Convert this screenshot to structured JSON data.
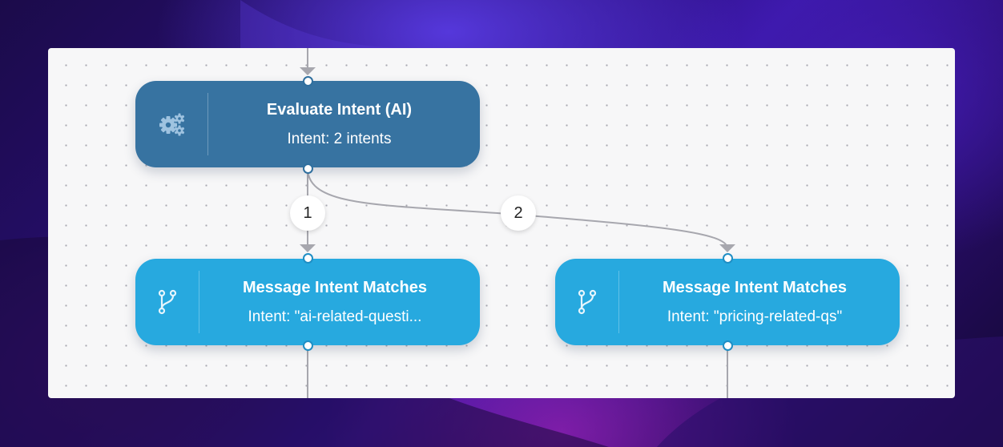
{
  "nodes": {
    "evaluate": {
      "title": "Evaluate Intent (AI)",
      "subtitle": "Intent: 2 intents",
      "icon": "gears-icon",
      "color": "#3773a1"
    },
    "branch_1": {
      "title": "Message Intent Matches",
      "subtitle": "Intent: \"ai-related-questi...",
      "icon": "branch-fork-icon",
      "color": "#27a9df"
    },
    "branch_2": {
      "title": "Message Intent Matches",
      "subtitle": "Intent: \"pricing-related-qs\"",
      "icon": "branch-fork-icon",
      "color": "#27a9df"
    }
  },
  "edges": {
    "labels": [
      "1",
      "2"
    ],
    "color": "#a7a7ae"
  }
}
